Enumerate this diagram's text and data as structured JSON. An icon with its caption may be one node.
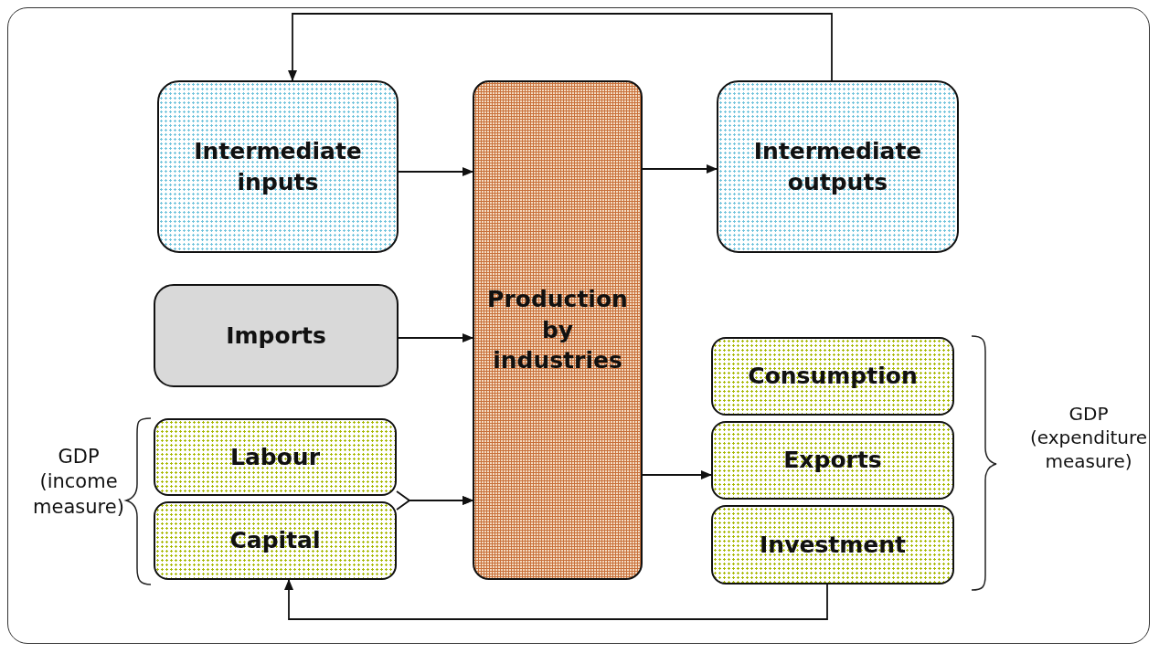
{
  "diagram": {
    "nodes": [
      {
        "text": [
          "Intermediate inputs"
        ]
      },
      {
        "text": [
          "Production by industries"
        ]
      },
      {
        "text": [
          "Intermediate outputs"
        ]
      },
      {
        "text": [
          "Imports"
        ]
      },
      {
        "text": [
          "Labour"
        ]
      },
      {
        "text": [
          "Capital"
        ]
      },
      {
        "text": [
          "Consumption"
        ]
      },
      {
        "text": [
          "Exports"
        ]
      },
      {
        "text": [
          "Investment"
        ]
      }
    ],
    "edges": [
      {
        "from": 0,
        "to": 1,
        "arrow": "to"
      },
      {
        "from": 3,
        "to": 1,
        "arrow": "to"
      },
      {
        "from": 4,
        "to": 1,
        "arrow": "to"
      },
      {
        "from": 5,
        "to": 1,
        "arrow": "to"
      },
      {
        "from": 1,
        "to": 2,
        "arrow": "to"
      },
      {
        "from": 1,
        "to": 7,
        "arrow": "to"
      },
      {
        "from": 2,
        "to": 0,
        "arrow": "to"
      },
      {
        "from": 8,
        "to": 5,
        "arrow": "to"
      }
    ],
    "labels": [
      "GDP (income measure)",
      "GDP (expenditure measure)"
    ]
  }
}
